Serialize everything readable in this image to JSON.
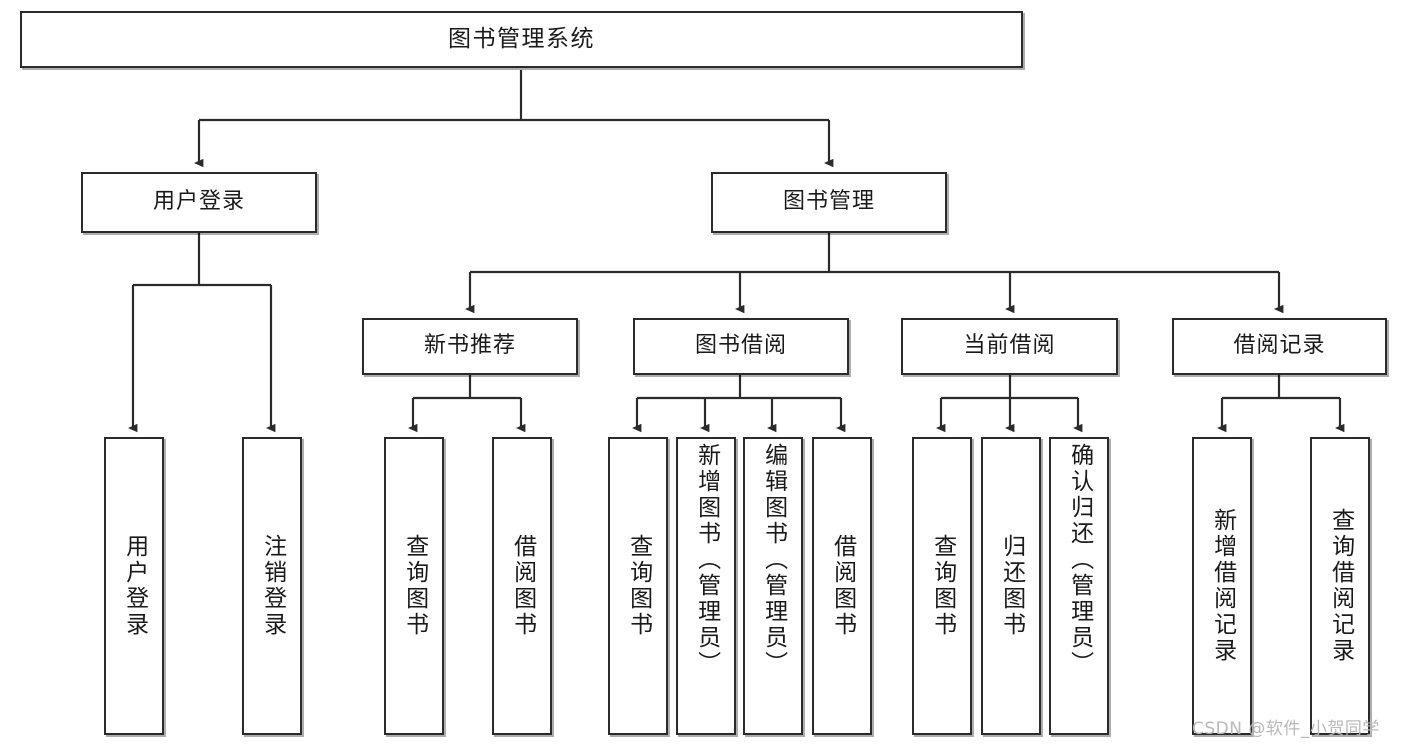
{
  "diagram": {
    "title": "图书管理系统",
    "root": {
      "label": "图书管理系统"
    },
    "level2": [
      {
        "label": "用户登录"
      },
      {
        "label": "图书管理"
      }
    ],
    "level3": [
      {
        "label": "新书推荐"
      },
      {
        "label": "图书借阅"
      },
      {
        "label": "当前借阅"
      },
      {
        "label": "借阅记录"
      }
    ],
    "leaves": {
      "user_login": [
        {
          "label": "用户登录"
        },
        {
          "label": "注销登录"
        }
      ],
      "new_book_recommend": [
        {
          "label": "查询图书"
        },
        {
          "label": "借阅图书"
        }
      ],
      "book_borrow": [
        {
          "label": "查询图书"
        },
        {
          "label": "新增图书（管理员）"
        },
        {
          "label": "编辑图书（管理员）"
        },
        {
          "label": "借阅图书"
        }
      ],
      "current_borrow": [
        {
          "label": "查询图书"
        },
        {
          "label": "归还图书"
        },
        {
          "label": "确认归还（管理员）"
        }
      ],
      "borrow_record": [
        {
          "label": "新增借阅记录"
        },
        {
          "label": "查询借阅记录"
        }
      ]
    }
  },
  "watermark": {
    "text": "CSDN @软件_小贺同学"
  },
  "colors": {
    "box_border": "#2b2b2b",
    "line": "#2b2b2b",
    "text": "#1a1a1a",
    "background": "#ffffff",
    "watermark": "#b9b9b9"
  }
}
